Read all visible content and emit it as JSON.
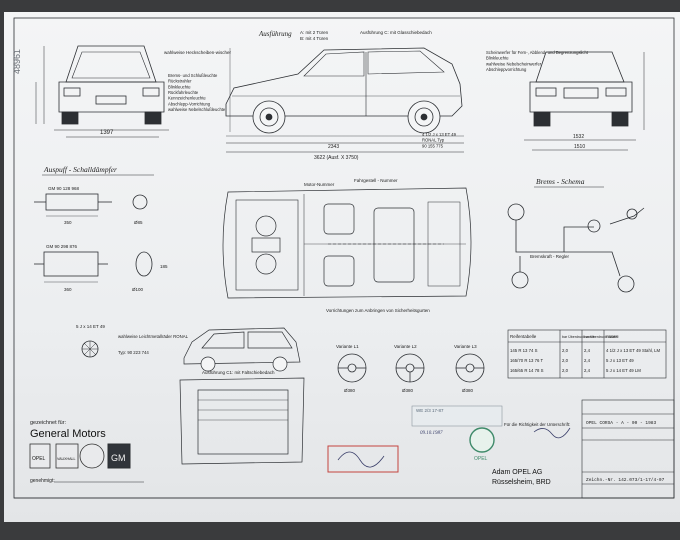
{
  "sheet_number": "48961",
  "top_labels": {
    "ausfuehrung": "Ausführung",
    "variants": "A: mit 2 Türen\nB: mit 4 Türen",
    "sunroof": "Ausführung C: mit Glasschiebedach",
    "rear_lights": "wahlweise Heckscheiben-wischer",
    "brake_lights": "Brems- und Schlußleuchte\nRückstrahler\nBlinkleuchte\nRückfahrleuchte\nKennzeichenleuchte\nAbschlepp-Vorrichtung\nwahlweise Nebelschlußleuchte",
    "front_lights": "Scheinwerfer für Fern-, Abblend- und Begrenzungslicht\nBlinkleuchte\nwahlweise Nebelscheinwerfer\nAbschleppvorrichtung",
    "rim_note": "4 1/2 J x 13 ET 49\nRONAL Typ\n90 155 775"
  },
  "dimensions": {
    "rear_track": "1397",
    "wheelbase": "2343",
    "overall_length": "3622 (Ausf. X 3750)",
    "front_width": "1532",
    "front_track": "1510"
  },
  "exhaust": {
    "heading": "Auspuff - Schalldämpfer",
    "part1": "GM 90 128 968",
    "part2": "GM 90 298 876",
    "dim1": "350",
    "dim2": "Ø85",
    "dim3": "360",
    "dim4": "Ø100",
    "dim5": "185"
  },
  "plan": {
    "motor_no": "Motor-Nummer",
    "chassis_no": "Fahrgestell - Nummer",
    "belt_note": "Vorrichtungen zum Anbringen von Sicherheitsgurten"
  },
  "brake": {
    "heading": "Brems - Schema",
    "regulator": "Bremskraft - Regler"
  },
  "wheels_note": {
    "rim": "5 J x 14 ET 49",
    "desc": "wahlweise Leichtmetallräder RONAL",
    "type": "Typ: 90 223 744"
  },
  "sunroof_label": "Ausführung C1: mit Faltschiebedach",
  "steering": {
    "v1": "Variante L1",
    "v2": "Variante L2",
    "v3": "Variante L3",
    "d1": "Ø380",
    "d2": "Ø380",
    "d3": "Ø380"
  },
  "tire_table": {
    "headers": [
      "Reifentabelle",
      "bar Überdruck vorne",
      "bar Überdruck hinten",
      "RÄDER"
    ],
    "rows": [
      [
        "145 R 13  74 S",
        "2,0",
        "2,4",
        "4 1/2 J x 13 ET 49 Stahl, LM"
      ],
      [
        "165/70 R 13  76 T",
        "2,0",
        "2,4",
        "5 J x 13 ET 49"
      ],
      [
        "165/65 R 14  78 S",
        "2,0",
        "2,4",
        "5 J x 14 ET 49  LM"
      ]
    ]
  },
  "title_block": {
    "model": "OPEL CORSA - A - 00 - 1983",
    "doc_no": "Zeichn.-Nr.  142.073/1-17/4-07",
    "date": "09.10.1987",
    "approval": "Für die Richtigkeit der Unterschrift:",
    "company": "Adam OPEL AG",
    "city": "Rüsselsheim, BRD",
    "stamp_text": "OPEL",
    "stamp_date": "WE 2/3 17-87"
  },
  "footer": {
    "drawn_for": "gezeichnet für:",
    "gm": "General Motors",
    "approved": "genehmigt:",
    "logo1": "OPEL",
    "logo2": "VAUXHALL",
    "logo3": "GM"
  }
}
